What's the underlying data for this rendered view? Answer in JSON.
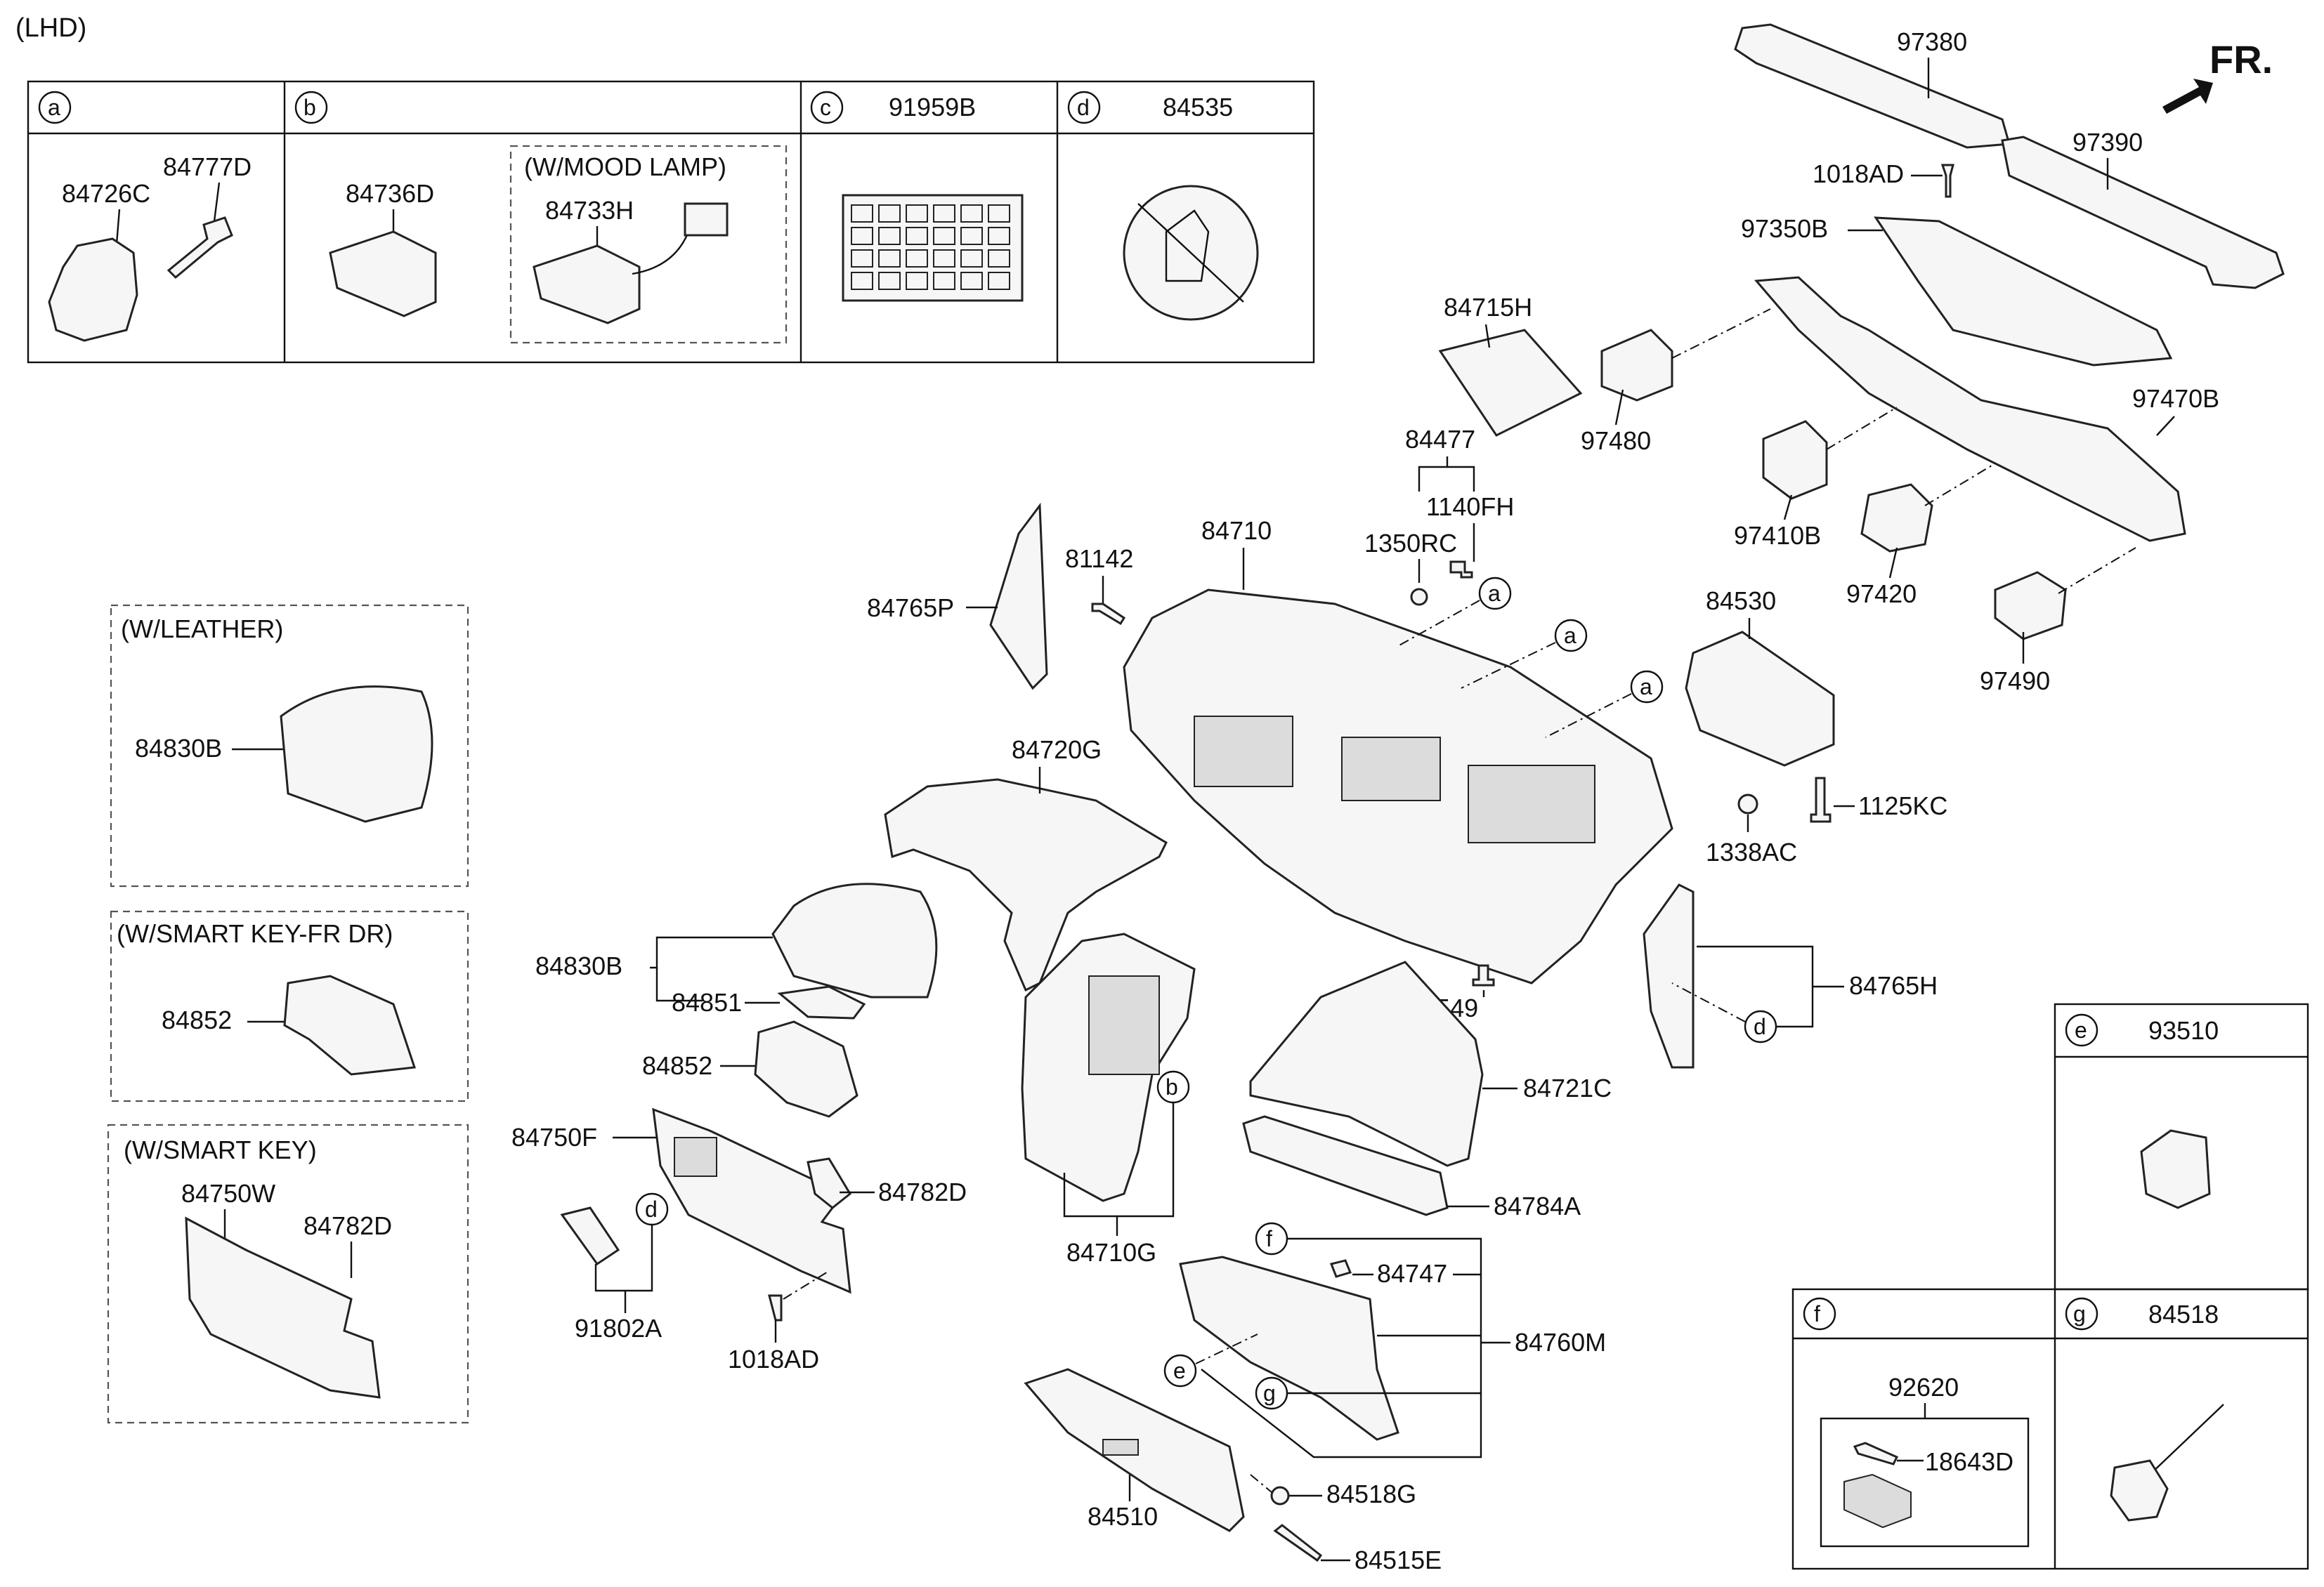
{
  "variant": "(LHD)",
  "direction_label": "FR.",
  "top_table": {
    "a": {
      "letter": "a",
      "parts": [
        "84726C",
        "84777D"
      ]
    },
    "b": {
      "letter": "b",
      "parts": [
        "84736D",
        "84733H"
      ],
      "option": "(W/MOOD LAMP)"
    },
    "c": {
      "letter": "c",
      "part": "91959B"
    },
    "d": {
      "letter": "d",
      "part": "84535"
    }
  },
  "left_groups": {
    "leather": {
      "title": "(W/LEATHER)",
      "part": "84830B"
    },
    "smart_key_fr": {
      "title": "(W/SMART KEY-FR DR)",
      "part": "84852"
    },
    "smart_key": {
      "title": "(W/SMART KEY)",
      "parts": [
        "84750W",
        "84782D"
      ]
    }
  },
  "main_parts": {
    "p97380": "97380",
    "p97390": "97390",
    "p1018AD_top": "1018AD",
    "p97350B": "97350B",
    "p84715H": "84715H",
    "p97480": "97480",
    "p97470B": "97470B",
    "p84477": "84477",
    "p1140FH": "1140FH",
    "p1350RC": "1350RC",
    "p97410B": "97410B",
    "p97420": "97420",
    "p84710": "84710",
    "p81142": "81142",
    "p84765P": "84765P",
    "p84530": "84530",
    "p97490": "97490",
    "p84720G": "84720G",
    "p1125KC": "1125KC",
    "p1338AC": "1338AC",
    "p84830B": "84830B",
    "p84851": "84851",
    "p84852": "84852",
    "p86549": "86549",
    "p84765H": "84765H",
    "p84750F": "84750F",
    "p84782D": "84782D",
    "p84721C": "84721C",
    "p84784A": "84784A",
    "p91802A": "91802A",
    "p1018AD": "1018AD",
    "p84710G": "84710G",
    "p84747": "84747",
    "p84760M": "84760M",
    "p84510": "84510",
    "p84518G": "84518G",
    "p84515E": "84515E"
  },
  "callouts": [
    "a",
    "a",
    "a",
    "b",
    "d",
    "d",
    "e",
    "f",
    "g"
  ],
  "right_table": {
    "e": {
      "letter": "e",
      "part": "93510"
    },
    "f": {
      "letter": "f",
      "parts": [
        "92620",
        "18643D"
      ]
    },
    "g": {
      "letter": "g",
      "part": "84518"
    }
  }
}
